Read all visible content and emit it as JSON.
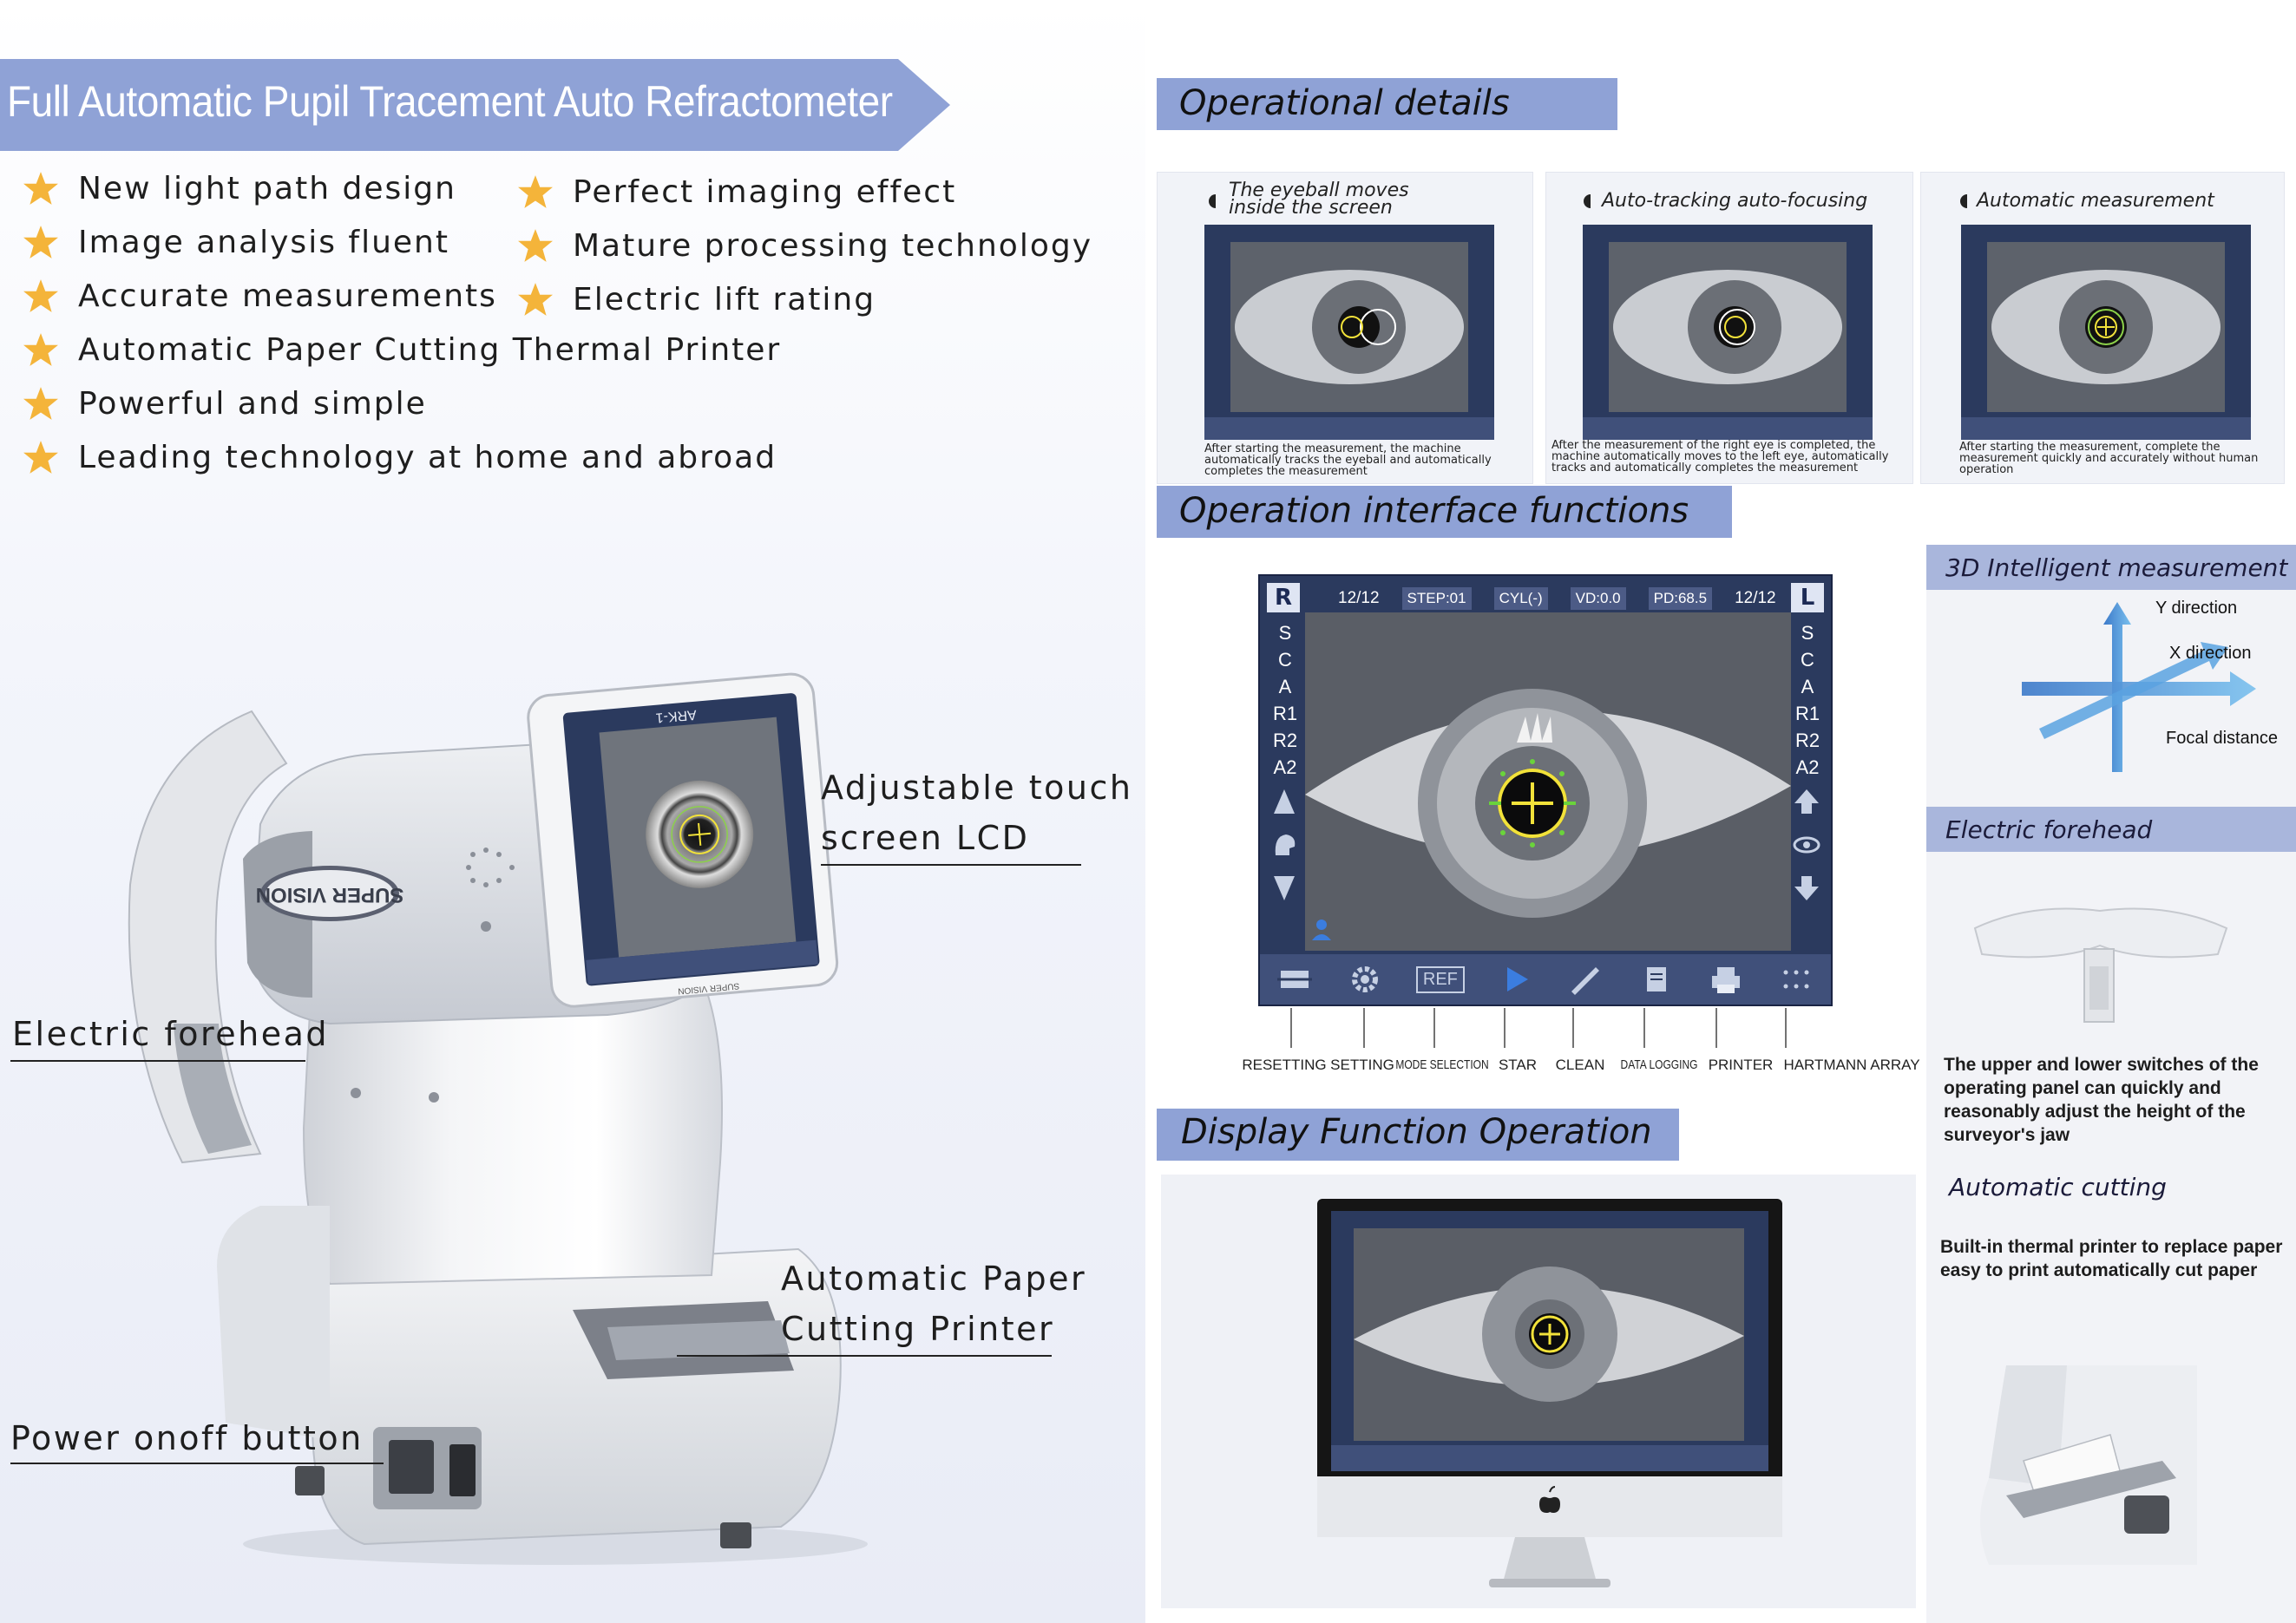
{
  "title": "Full Automatic Pupil Tracement Auto Refractometer",
  "features": [
    "New light path design",
    "Perfect imaging effect",
    "Image analysis fluent",
    "Mature processing technology",
    "Accurate measurements",
    "Electric lift rating",
    "Automatic Paper Cutting Thermal Printer",
    "Powerful and simple",
    "Leading technology at home and abroad"
  ],
  "callouts": {
    "lcd_line1": "Adjustable touch",
    "lcd_line2": "screen LCD",
    "forehead": "Electric forehead",
    "printer_line1": "Automatic Paper",
    "printer_line2": "Cutting Printer",
    "power": "Power onoff button"
  },
  "device": {
    "model": "ARK-1",
    "brand": "SUPER VISION",
    "bottom_label": "SUPER VISION"
  },
  "sections": {
    "operational": "Operational details",
    "interface": "Operation interface functions",
    "display": "Display Function Operation",
    "measure3d": "3D Intelligent measurement",
    "forehead": "Electric forehead",
    "cutting": "Automatic cutting"
  },
  "thumbs": [
    {
      "caption_l1": "The eyeball moves",
      "caption_l2": "inside the screen",
      "desc": "After starting the measurement, the machine automatically tracks the eyeball and automatically completes the measurement"
    },
    {
      "caption_l1": "Auto-tracking auto-focusing",
      "caption_l2": "",
      "desc": "After the measurement of the right eye is completed, the machine automatically moves to the left eye, automatically tracks and automatically completes the measurement"
    },
    {
      "caption_l1": "Automatic measurement",
      "caption_l2": "",
      "desc": "After starting the measurement, complete the measurement quickly and accurately without human operation"
    }
  ],
  "screen": {
    "r": "R",
    "l": "L",
    "top": [
      "12/12",
      "STEP:01",
      "CYL(-)",
      "VD:0.0",
      "PD:68.5",
      "12/12"
    ],
    "side_left": [
      "S",
      "C",
      "A",
      "R1",
      "R2",
      "A2"
    ],
    "side_right": [
      "S",
      "C",
      "A",
      "R1",
      "R2",
      "A2"
    ],
    "ref": "REF"
  },
  "buttons": [
    "RESETTING",
    "SETTING",
    "MODE SELECTION",
    "STAR",
    "CLEAN",
    "DATA LOGGING",
    "PRINTER",
    "HARTMANN ARRAY"
  ],
  "axes": {
    "y": "Y direction",
    "x": "X direction",
    "focal": "Focal distance"
  },
  "forehead_desc": "The upper and lower switches of the operating panel can quickly and reasonably adjust the height of the surveyor's jaw",
  "cutting_desc": "Built-in thermal printer to replace paper easy to print automatically cut paper",
  "colors": {
    "banner": "#8fa2d6",
    "side_banner": "#a9b6dc",
    "star": "#f4b43a",
    "screen_bg": "#2b3a5e",
    "reticle": "#f2e23a"
  }
}
